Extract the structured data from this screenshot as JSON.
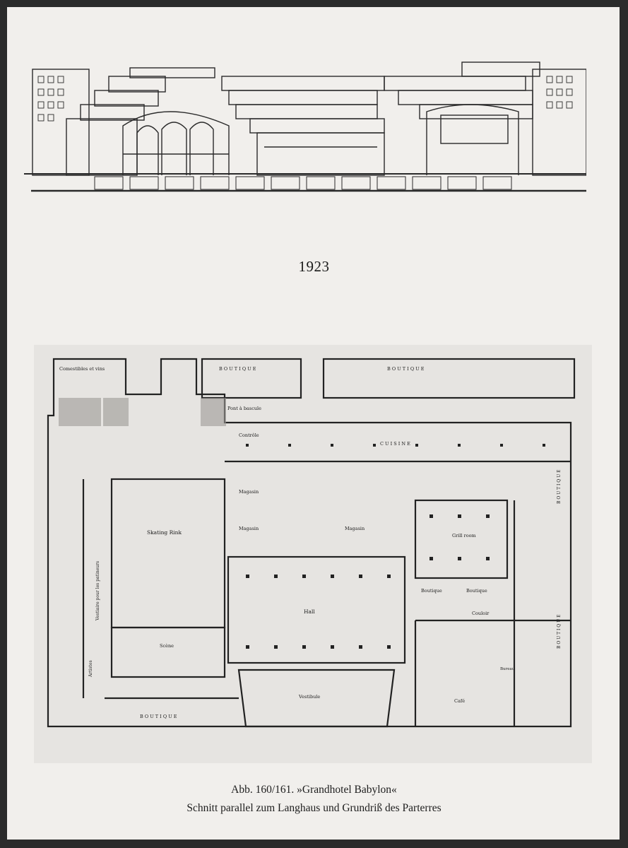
{
  "year": "1923",
  "caption": {
    "line1": "Abb. 160/161. »Grandhotel Babylon«",
    "line2": "Schnitt parallel zum Langhaus und Grundriß des Parterres"
  },
  "plan_labels": {
    "comestibles": "Comestibles et vins",
    "boutique_top_left": "B O U T I Q U E",
    "boutique_top_right": "B O U T I Q U E",
    "pont_bascule": "Pont à bascule",
    "controle": "Contrôle",
    "cuisine": "C U I S I N E",
    "skating": "Skating Rink",
    "vestiaire": "Vestiaire pour les patineurs",
    "artistes": "Artistes",
    "scene": "Scène",
    "boutique_bottom": "B O U T I Q U E",
    "magasin1": "Magasin",
    "magasin2": "Magasin",
    "magasin3": "Magasin",
    "hall": "Hall",
    "vestibule": "Vestibule",
    "grill": "Grill room",
    "boutique_a": "Boutique",
    "boutique_b": "Boutique",
    "couloir": "Couloir",
    "boutique_right": "B O U T I Q U E",
    "boutique_right2": "B O U T I Q U E",
    "cafe": "Café",
    "bureau": "Bureau"
  }
}
